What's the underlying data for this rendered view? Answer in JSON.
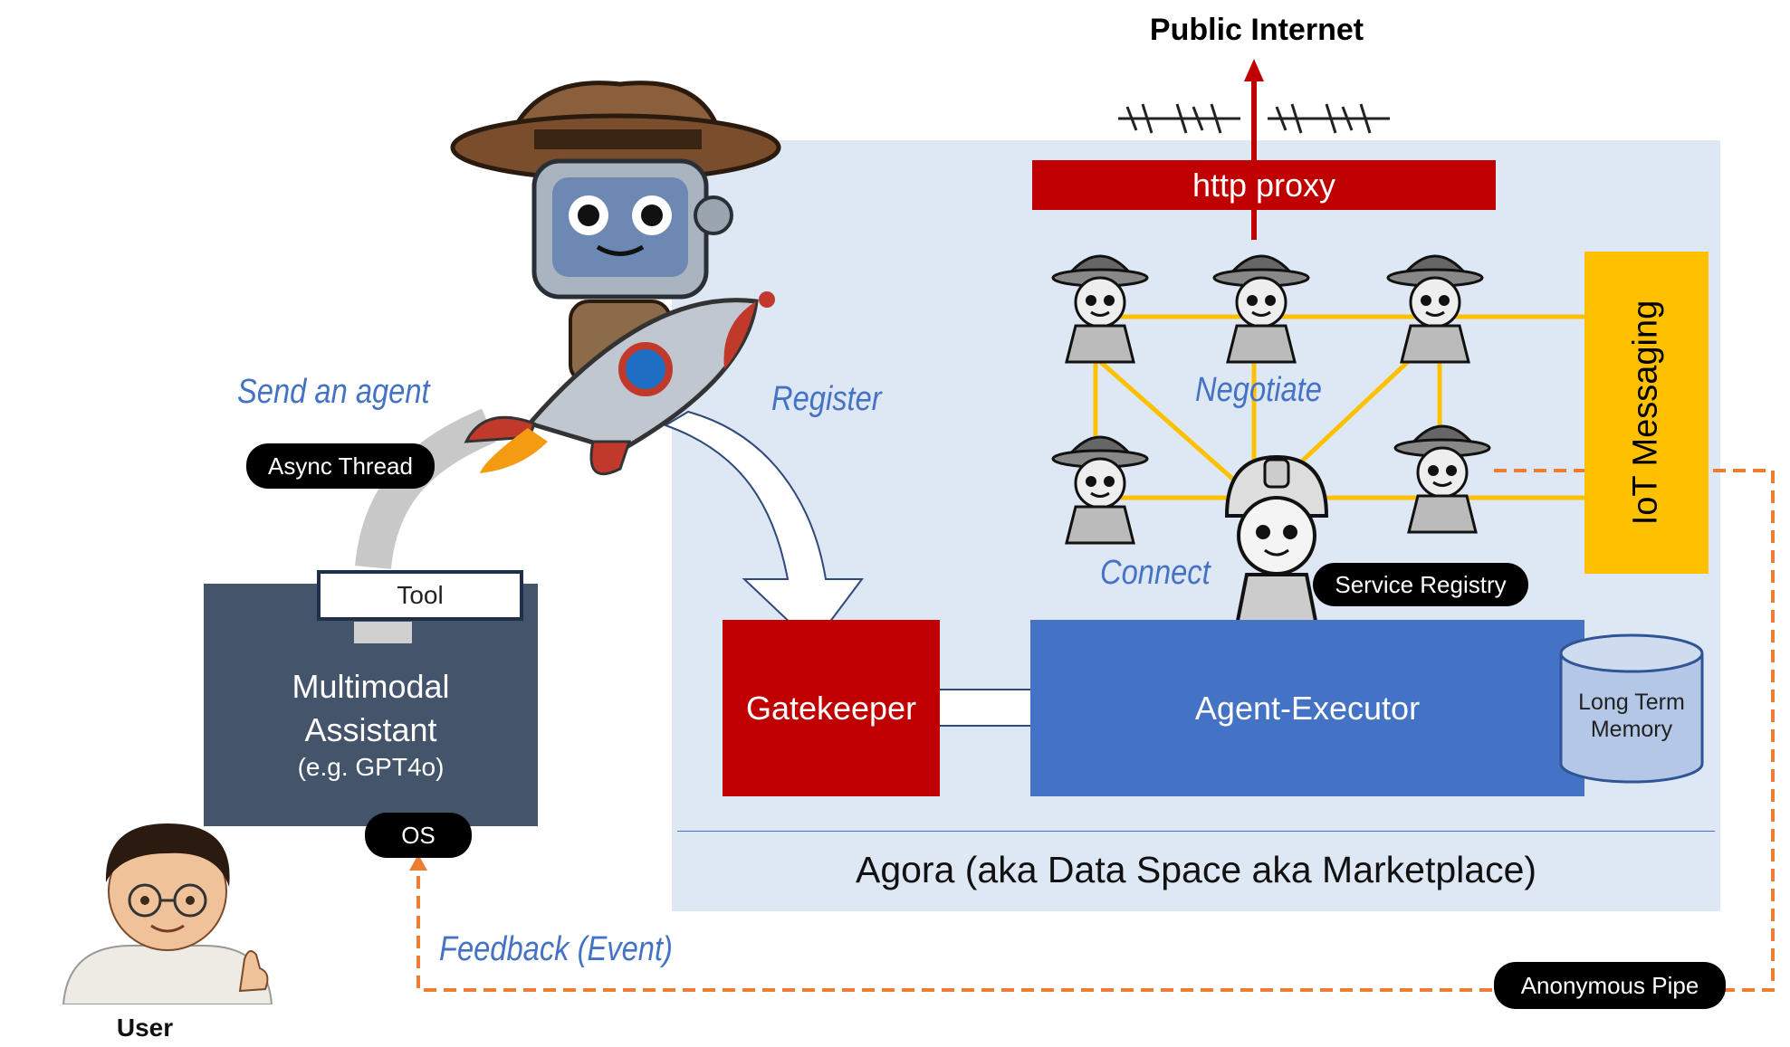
{
  "title": "Public Internet",
  "proxy_label": "http proxy",
  "iot_label": "IoT Messaging",
  "negotiate_label": "Negotiate",
  "connect_label": "Connect",
  "service_registry_label": "Service Registry",
  "register_label": "Register",
  "send_agent_label": "Send an agent",
  "async_thread_label": "Async Thread",
  "tool_label": "Tool",
  "assistant": {
    "line1": "Multimodal",
    "line2": "Assistant",
    "line3": "(e.g. GPT4o)"
  },
  "os_label": "OS",
  "gatekeeper_label": "Gatekeeper",
  "executor_label": "Agent-Executor",
  "memory": {
    "line1": "Long Term",
    "line2": "Memory"
  },
  "agora_label": "Agora (aka Data Space aka Marketplace)",
  "feedback_label": "Feedback (Event)",
  "pipe_label": "Anonymous Pipe",
  "user_label": "User",
  "colors": {
    "agora_bg": "#dee8f5",
    "proxy_red": "#c00000",
    "iot_yellow": "#ffc000",
    "executor_blue": "#4472c4",
    "assistant_slate": "#44546a",
    "dashed_orange": "#ed7d31",
    "label_blue": "#4472c4"
  }
}
